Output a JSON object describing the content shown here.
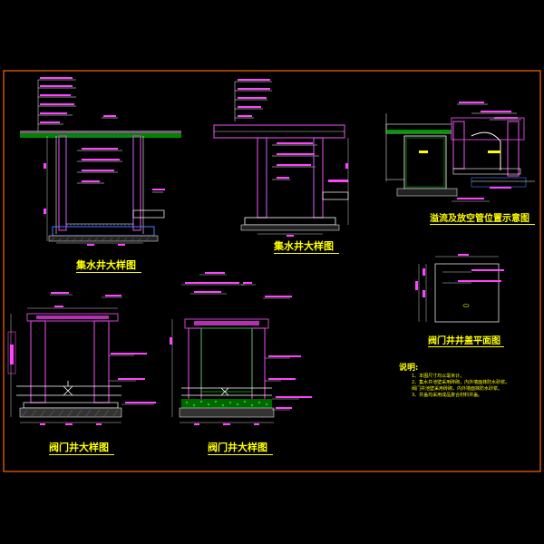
{
  "sheet": {
    "border_color": "#ff6600",
    "background": "#000000",
    "line_color": "#ffffff",
    "wall_color": "#cc44cc",
    "text_color": "#ffff00",
    "water_color": "#4a7cff",
    "green_color": "#00dd00"
  },
  "titles": {
    "sump_a": "集水井大样图",
    "sump_b": "集水井大样图",
    "overflow": "溢流及放空管位置示意图",
    "valve_plan": "阀门井井盖平面图",
    "valve_a": "阀门井大样图",
    "valve_b": "阀门井大样图"
  },
  "notes": {
    "heading": "说明:",
    "lines": [
      "1、本图尺寸均以毫米计。",
      "2、集水井池壁采用砖砌，内外墙面抹防水砂浆。",
      "   阀门井池壁采用砖砌，内外墙面抹防水砂浆。",
      "3、井盖均采用成品复合材料井盖。"
    ]
  }
}
